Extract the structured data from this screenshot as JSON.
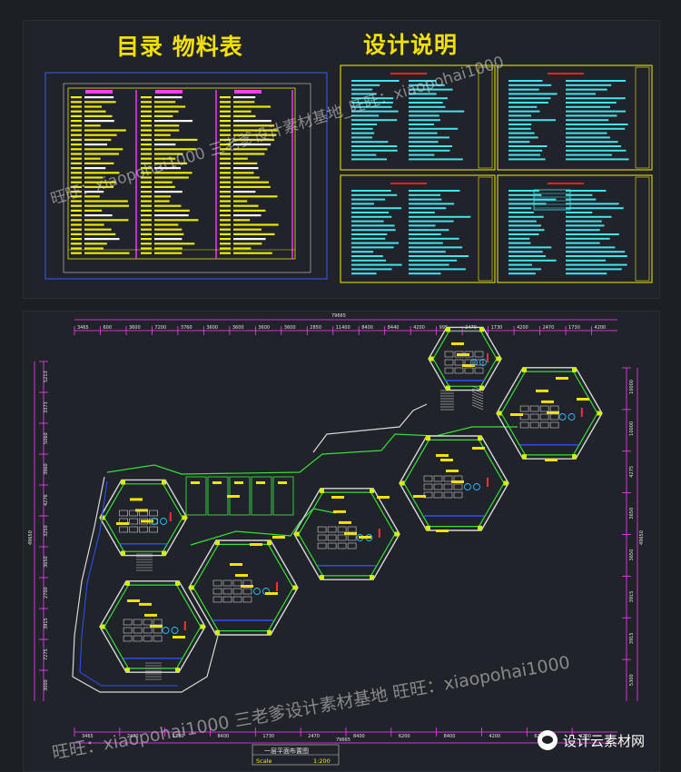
{
  "top": {
    "title_left": "目录  物料表",
    "title_right": "设计说明"
  },
  "plan": {
    "overall_dim": "79665",
    "overall_dim_bottom": "79665",
    "top_dims": [
      "3465",
      "600",
      "3600",
      "7200",
      "3760",
      "3600",
      "3600",
      "3600",
      "3600",
      "2850",
      "11400",
      "8400",
      "8440",
      "4200",
      "995",
      "2470",
      "1730",
      "4200",
      "2470",
      "1730",
      "4200"
    ],
    "bottom_dims": [
      "3465",
      "2470",
      "1730",
      "8400",
      "1730",
      "2470",
      "8400",
      "6200",
      "8400",
      "4200",
      "6200",
      "4200"
    ],
    "left_dims": [
      "5213",
      "3373",
      "5060",
      "3960",
      "4276",
      "3250",
      "3650",
      "2700",
      "3915",
      "7275",
      "3000"
    ],
    "left_total": "49650",
    "right_dims": [
      "10000",
      "10000",
      "4275",
      "3650",
      "3650",
      "3915",
      "3915",
      "5300"
    ],
    "right_total": "49650",
    "caption": "一层平面布置图",
    "scale_label": "Scale",
    "scale_value": "1:200"
  },
  "watermarks": {
    "line1": "旺旺：xiaopohai1000  三老爹设计素材基地_旺旺：xiaopohai1000",
    "line2": "旺旺：xiaopohai1000  三老爹设计素材基地  旺旺：xiaopohai1000"
  },
  "brand": {
    "name": "设计云素材网"
  }
}
